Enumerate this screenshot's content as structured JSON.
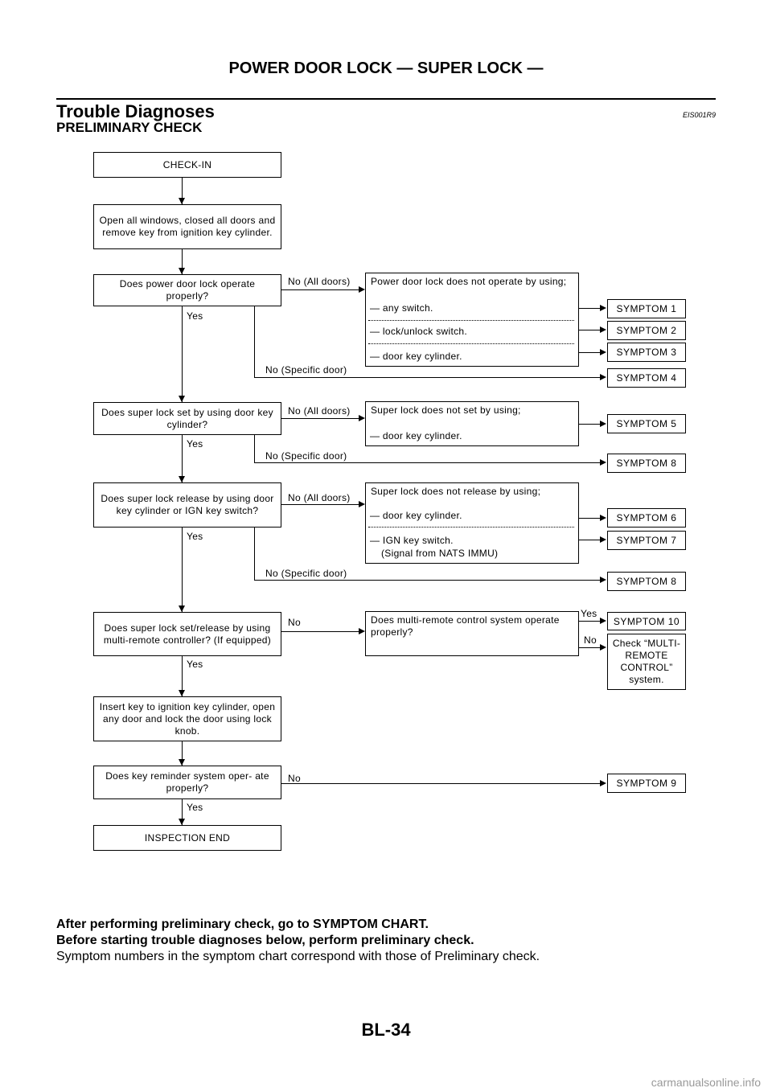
{
  "header": {
    "title": "POWER DOOR LOCK — SUPER LOCK —"
  },
  "section": {
    "title": "Trouble Diagnoses",
    "code": "EIS001R9",
    "subtitle": "PRELIMINARY CHECK"
  },
  "flow": {
    "check_in": "CHECK-IN",
    "open_windows": "Open all windows, closed all doors and remove key from ignition key cylinder.",
    "q1": "Does power door lock operate properly?",
    "q2": "Does super lock set by using door key cylinder?",
    "q3": "Does super lock release by using door key cylinder or IGN key switch?",
    "q4": "Does super lock set/release by using multi-remote controller? (If equipped)",
    "insert_key": "Insert key to ignition key cylinder, open any door and lock the door using lock knob.",
    "q5": "Does key reminder system oper- ate properly?",
    "end": "INSPECTION END",
    "r1_title": "Power door lock does not operate by using;",
    "r1_items": [
      "— any switch.",
      "— lock/unlock switch.",
      "— door key cylinder."
    ],
    "r2_title": "Super lock does not set by using;",
    "r2_items": [
      "— door key cylinder."
    ],
    "r3_title": "Super lock does not release by using;",
    "r3_items": [
      "— door key cylinder.",
      "— IGN key switch.",
      "(Signal from NATS IMMU)"
    ],
    "r4": "Does multi-remote control system operate properly?",
    "check_multi": "Check “MULTI- REMOTE CONTROL” system."
  },
  "labels": {
    "yes": "Yes",
    "no": "No",
    "no_all": "No (All doors)",
    "no_specific": "No (Specific door)"
  },
  "symptoms": [
    "SYMPTOM 1",
    "SYMPTOM 2",
    "SYMPTOM 3",
    "SYMPTOM 4",
    "SYMPTOM 5",
    "SYMPTOM 6",
    "SYMPTOM 7",
    "SYMPTOM 8",
    "SYMPTOM 9",
    "SYMPTOM 10"
  ],
  "notes": {
    "line1": "After performing preliminary check, go to SYMPTOM CHART.",
    "line2": "Before starting trouble diagnoses below, perform preliminary check.",
    "line3": "Symptom numbers in the symptom chart correspond with those of Preliminary check."
  },
  "page_number": "BL-34",
  "footer": "carmanualsonline.info"
}
